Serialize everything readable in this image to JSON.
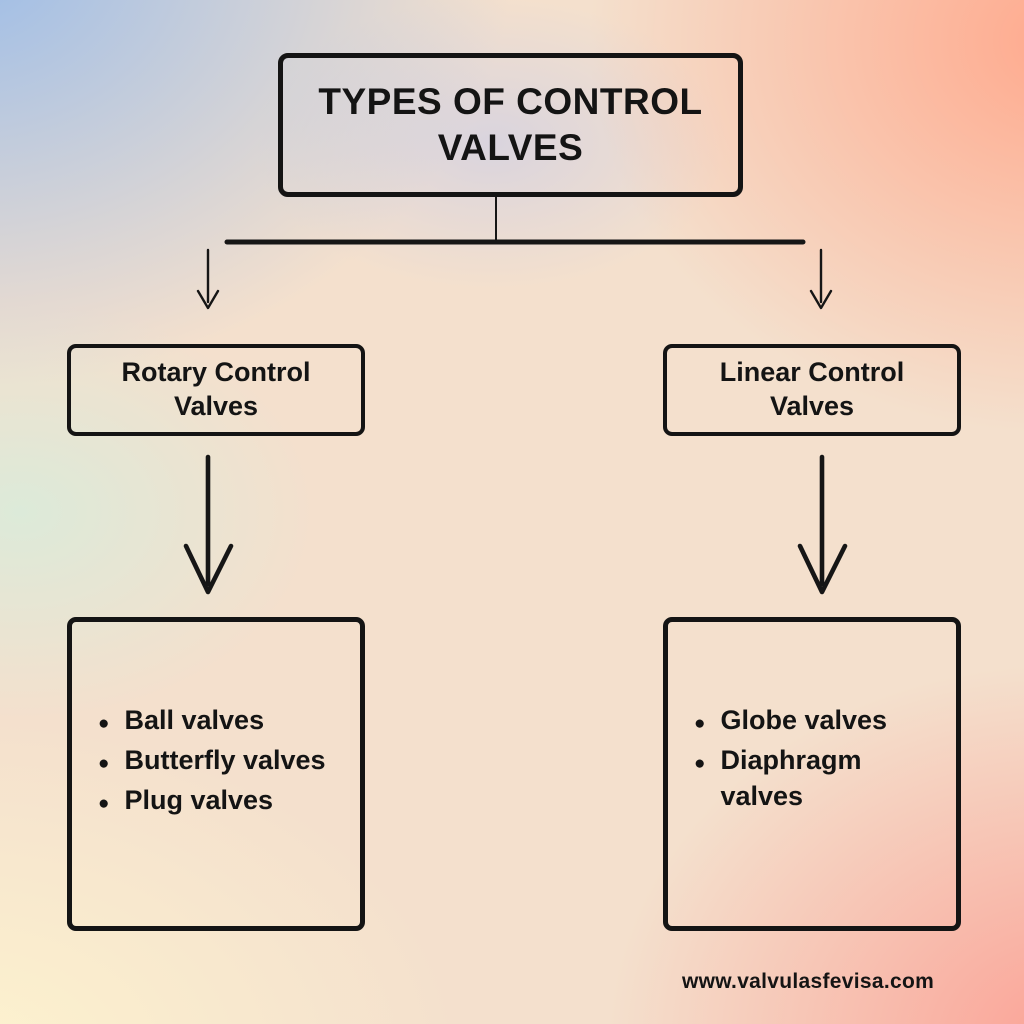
{
  "diagram": {
    "title": "TYPES OF CONTROL VALVES",
    "branches": [
      {
        "label": "Rotary Control Valves",
        "items": [
          "Ball valves",
          "Butterfly valves",
          "Plug valves"
        ]
      },
      {
        "label": "Linear Control Valves",
        "items": [
          "Globe valves",
          "Diaphragm valves"
        ]
      }
    ],
    "footer": "www.valvulasfevisa.com"
  },
  "icons": {
    "bullet": "●"
  },
  "colors": {
    "stroke": "#161616",
    "bg_top_left_blue": "#9bbce8",
    "bg_top_right_salmon": "#ffa98d",
    "bg_bottom_right_salmon": "#fba296",
    "bg_bottom_left_cream": "#fdf3cf"
  }
}
